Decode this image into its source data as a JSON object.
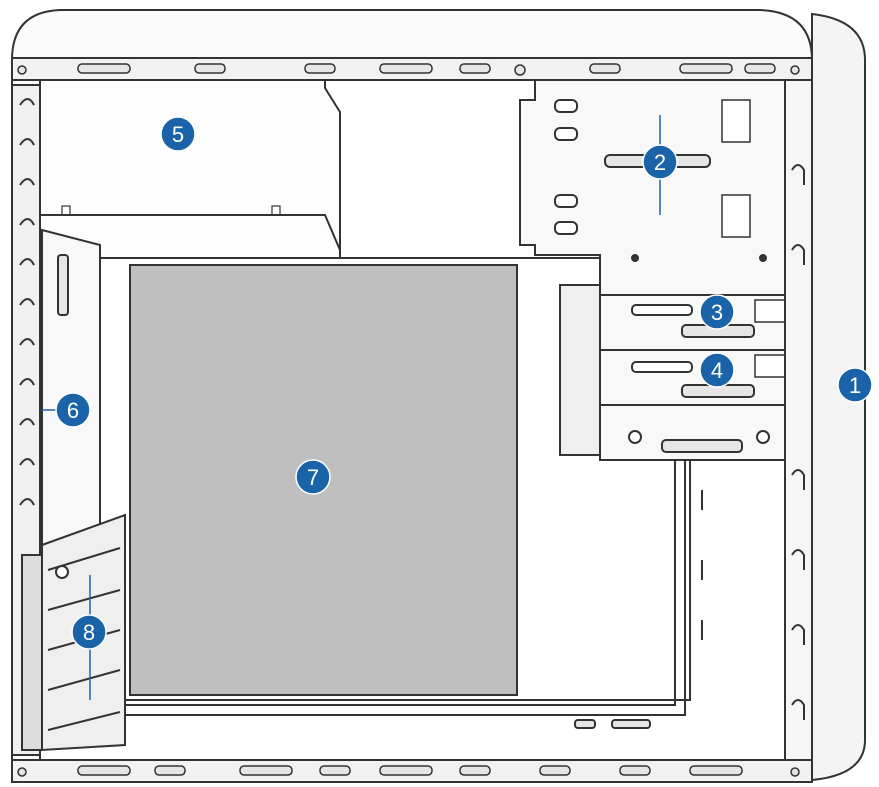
{
  "colors": {
    "line": "#333333",
    "panel": "#f4f4f4",
    "motherboard": "#bfbfbf",
    "callout": "#1a63a8",
    "callout_text": "#ffffff"
  },
  "callouts": [
    {
      "label": "1"
    },
    {
      "label": "2"
    },
    {
      "label": "3"
    },
    {
      "label": "4"
    },
    {
      "label": "5"
    },
    {
      "label": "6"
    },
    {
      "label": "7"
    },
    {
      "label": "8"
    }
  ]
}
